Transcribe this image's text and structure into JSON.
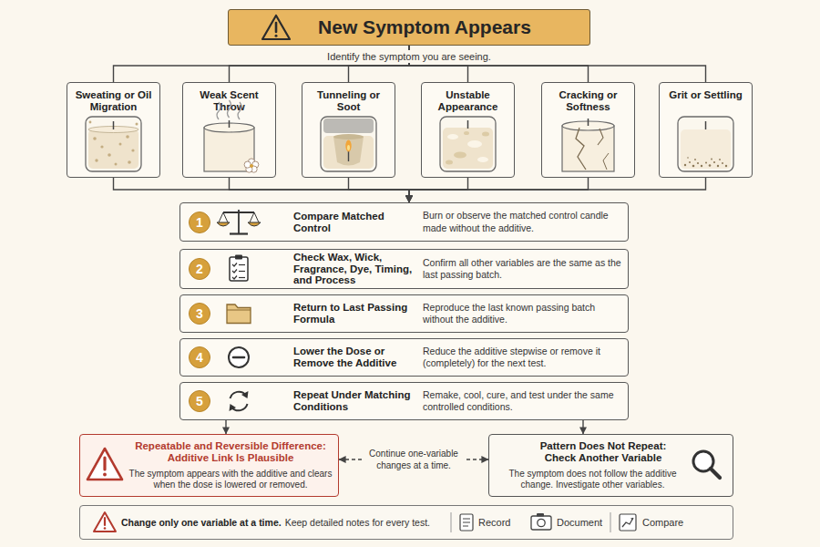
{
  "diagram": {
    "nodes": [
      {
        "text": [
          "New Symptom Appears"
        ]
      },
      {
        "text": [
          "Sweating or Oil Migration"
        ]
      },
      {
        "text": [
          "Weak Scent Throw"
        ]
      },
      {
        "text": [
          "Tunneling or Soot"
        ]
      },
      {
        "text": [
          "Unstable Appearance"
        ]
      },
      {
        "text": [
          "Cracking or Softness"
        ]
      },
      {
        "text": [
          "Grit or Settling"
        ]
      },
      {
        "text": [
          "Compare Matched Control",
          "Burn or observe the matched control candle made without the additive."
        ]
      },
      {
        "text": [
          "1"
        ],
        "in": 7
      },
      {
        "text": [
          "Check Wax, Wick, Fragrance, Dye, Timing, and Process",
          "Confirm all other variables are the same as the last passing batch."
        ]
      },
      {
        "text": [
          "2"
        ],
        "in": 9
      },
      {
        "text": [
          "Return to Last Passing Formula",
          "Reproduce the last known passing batch without the additive."
        ]
      },
      {
        "text": [
          "3"
        ],
        "in": 11
      },
      {
        "text": [
          "Lower the Dose or Remove the Additive",
          "Reduce the additive stepwise or remove it (completely) for the next test."
        ]
      },
      {
        "text": [
          "4"
        ],
        "in": 13
      },
      {
        "text": [
          "Repeat Under Matching Conditions",
          "Remake, cool, cure, and test under the same controlled conditions."
        ]
      },
      {
        "text": [
          "5"
        ],
        "in": 15
      },
      {
        "text": [
          "Repeatable and Reversible Difference: Additive Link Is Plausible",
          "The symptom appears with the additive and clears when the dose is lowered or removed."
        ]
      },
      {
        "text": [
          "Pattern Does Not Repeat: Check Another Variable",
          "The symptom does not follow the additive change. Investigate other variables."
        ]
      },
      {
        "text": [
          "Change only one variable at a time.",
          "Keep detailed notes for every test.",
          "Record",
          "Document",
          "Compare"
        ]
      }
    ],
    "edges": [
      {
        "from": 0,
        "to": 1,
        "arrow": "none"
      },
      {
        "from": 0,
        "to": 2,
        "arrow": "none"
      },
      {
        "from": 0,
        "to": 3,
        "arrow": "none"
      },
      {
        "from": 0,
        "to": 4,
        "arrow": "none"
      },
      {
        "from": 0,
        "to": 5,
        "arrow": "none"
      },
      {
        "from": 0,
        "to": 6,
        "arrow": "none"
      },
      {
        "from": 1,
        "to": 7,
        "arrow": "to"
      },
      {
        "from": 2,
        "to": 7,
        "arrow": "to"
      },
      {
        "from": 3,
        "to": 7,
        "arrow": "to"
      },
      {
        "from": 4,
        "to": 7,
        "arrow": "to"
      },
      {
        "from": 5,
        "to": 7,
        "arrow": "to"
      },
      {
        "from": 6,
        "to": 7,
        "arrow": "to"
      },
      {
        "from": 15,
        "to": 17,
        "arrow": "to"
      },
      {
        "from": 15,
        "to": 18,
        "arrow": "to"
      },
      {
        "from": 17,
        "to": 18,
        "arrow": "both",
        "label": "Continue one-variable changes at a time."
      }
    ],
    "labels": [
      "Identify the symptom you are seeing."
    ]
  }
}
